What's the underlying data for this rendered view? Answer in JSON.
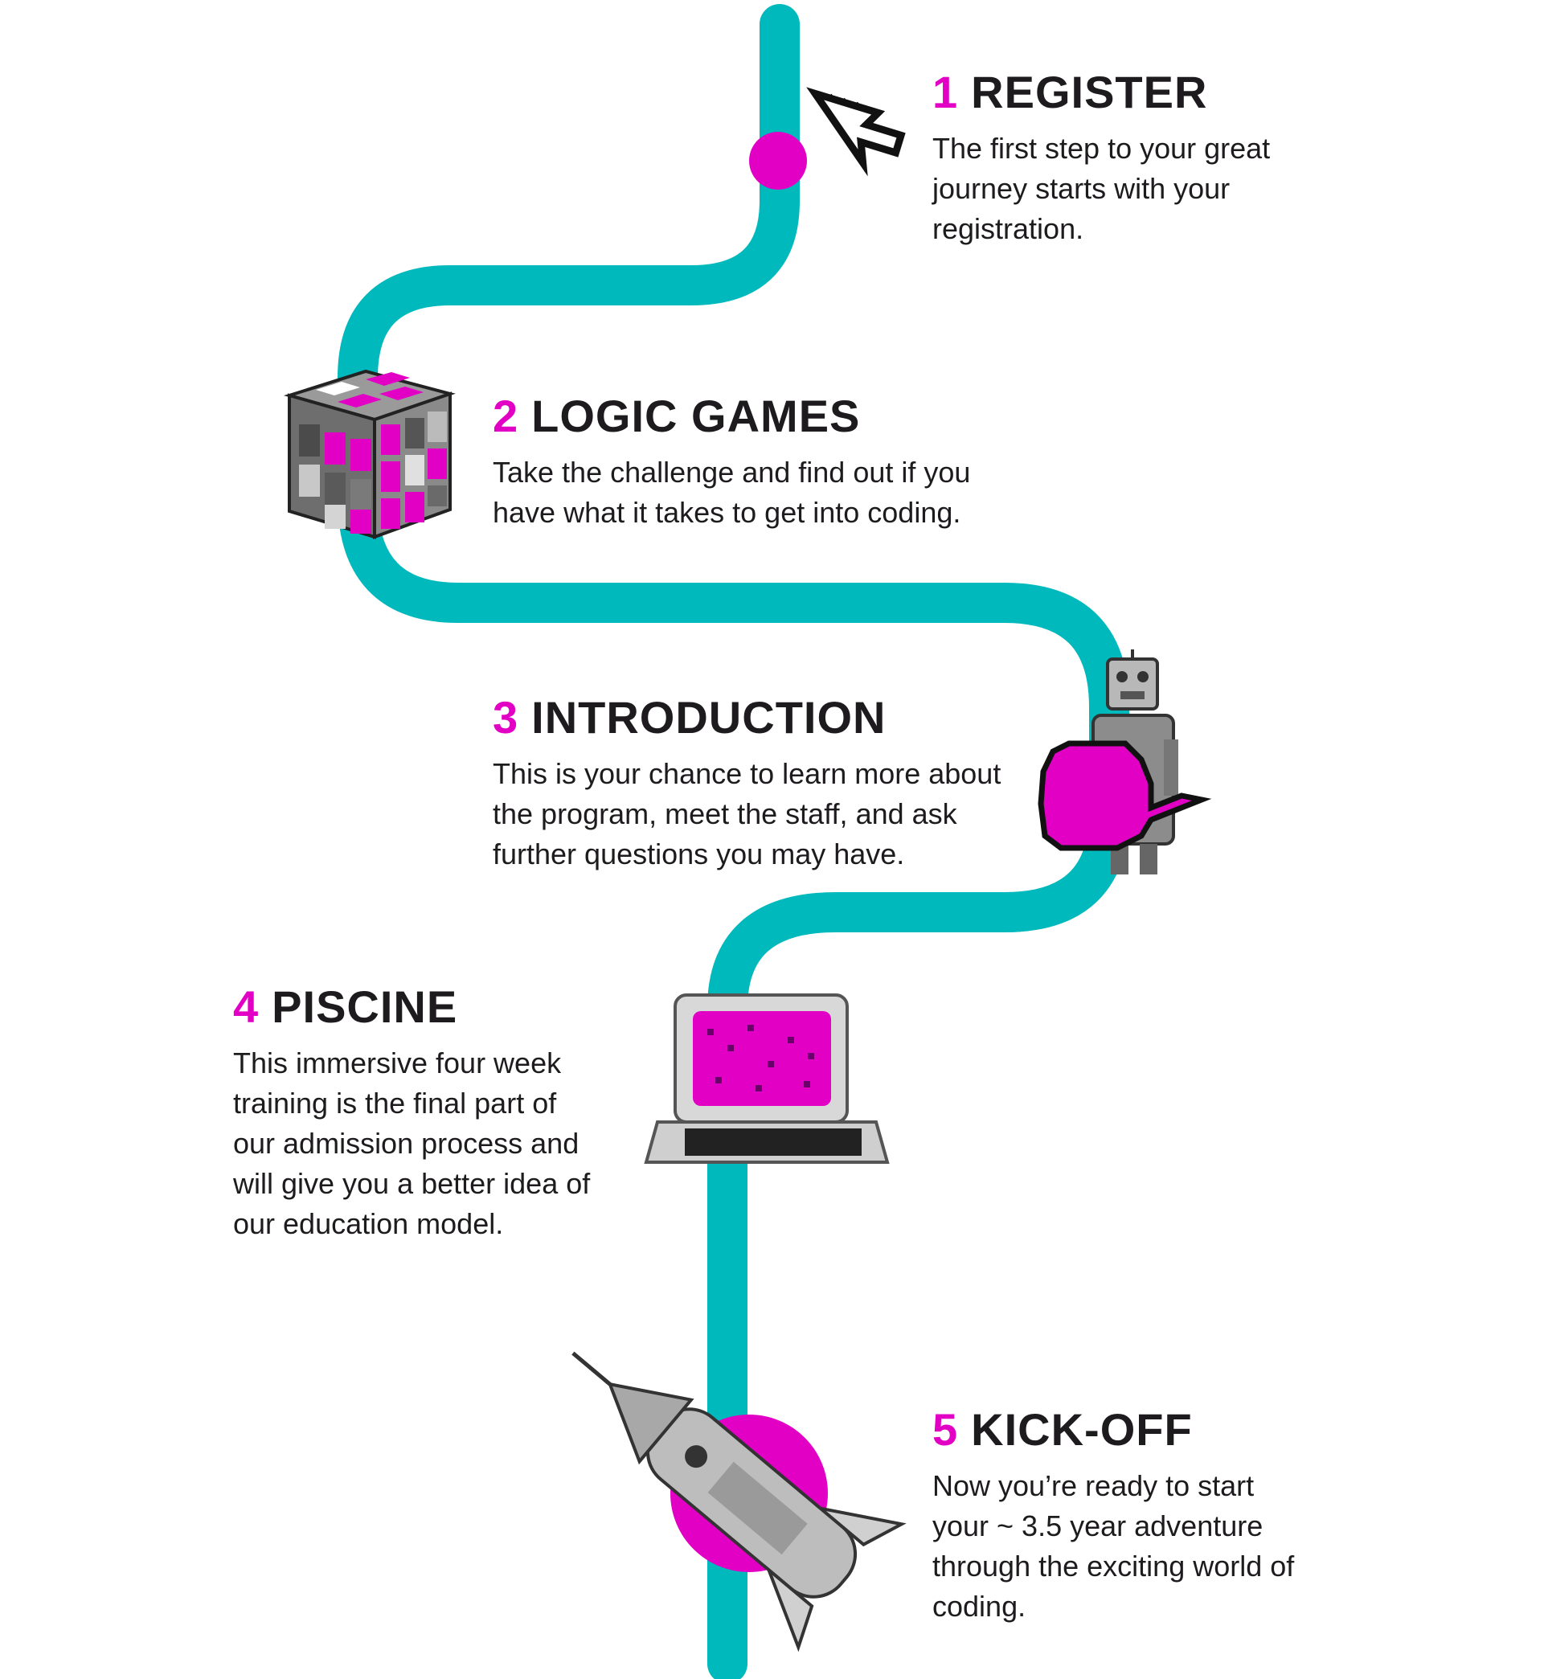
{
  "colors": {
    "path": "#00b9bd",
    "accent": "#e200c4",
    "text": "#1e1b1e"
  },
  "steps": [
    {
      "number": "1",
      "title": "REGISTER",
      "text": "The first step to your great journey starts with your registration.",
      "icon": "pixel-cursor-icon"
    },
    {
      "number": "2",
      "title": "LOGIC GAMES",
      "text": "Take the challenge and find out if you have what it takes to get into coding.",
      "icon": "rubiks-cube-icon"
    },
    {
      "number": "3",
      "title": "INTRODUCTION",
      "text": "This is your chance to learn more about the program, meet the staff, and ask further questions you may have.",
      "icon": "robot-speech-bubble-icon"
    },
    {
      "number": "4",
      "title": "PISCINE",
      "text": "This immersive four week training is the final part of our admission process and will give you a better idea of our education model.",
      "icon": "retro-computer-icon"
    },
    {
      "number": "5",
      "title": "KICK-OFF",
      "text": "Now you’re ready to start your ~ 3.5 year adventure through the exciting world of coding.",
      "icon": "rocket-icon"
    }
  ]
}
